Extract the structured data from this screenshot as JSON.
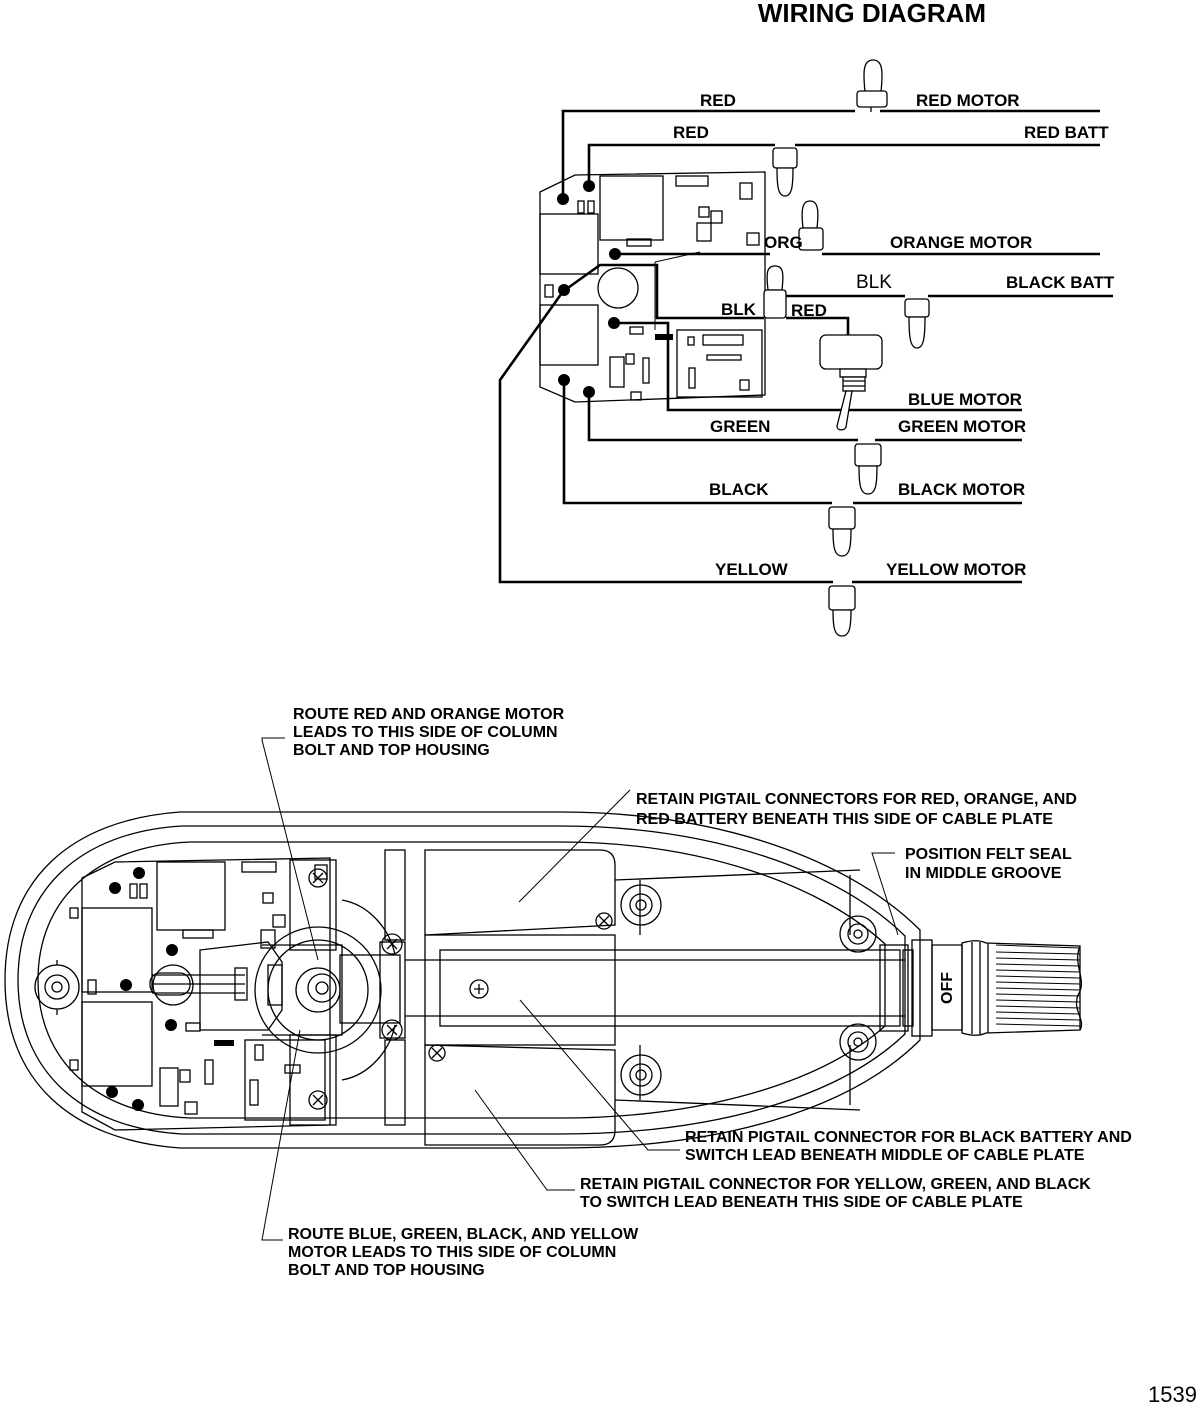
{
  "title": "WIRING DIAGRAM",
  "wire_labels": {
    "red_top": "RED",
    "red_motor": "RED MOTOR",
    "red_mid": "RED",
    "red_batt": "RED BATT",
    "org": "ORG",
    "orange_motor": "ORANGE MOTOR",
    "blk_top": "BLK",
    "black_batt": "BLACK BATT",
    "blk_left": "BLK",
    "red_switch": "RED",
    "blue_motor": "BLUE MOTOR",
    "green": "GREEN",
    "green_motor": "GREEN MOTOR",
    "black": "BLACK",
    "black_motor": "BLACK MOTOR",
    "yellow": "YELLOW",
    "yellow_motor": "YELLOW MOTOR"
  },
  "notes": {
    "route_red_orange": [
      "ROUTE RED AND ORANGE MOTOR",
      "LEADS TO THIS SIDE OF COLUMN",
      "BOLT AND TOP HOUSING"
    ],
    "retain_red_orange": [
      "RETAIN PIGTAIL CONNECTORS FOR  RED, ORANGE, AND",
      "RED BATTERY BENEATH THIS SIDE OF CABLE PLATE"
    ],
    "felt_seal": [
      "POSITION FELT SEAL",
      "IN MIDDLE GROOVE"
    ],
    "retain_black_battery": [
      "RETAIN PIGTAIL CONNECTOR FOR BLACK BATTERY AND",
      "SWITCH LEAD BENEATH MIDDLE OF CABLE PLATE"
    ],
    "retain_yellow_green_black": [
      "RETAIN PIGTAIL CONNECTOR FOR YELLOW, GREEN, AND BLACK",
      "TO SWITCH LEAD BENEATH THIS SIDE OF CABLE PLATE"
    ],
    "route_blue_green": [
      "ROUTE BLUE, GREEN, BLACK, AND YELLOW",
      "MOTOR LEADS TO THIS SIDE OF COLUMN",
      "BOLT AND TOP HOUSING"
    ]
  },
  "switch_label": "OFF",
  "figure_number": "1539"
}
